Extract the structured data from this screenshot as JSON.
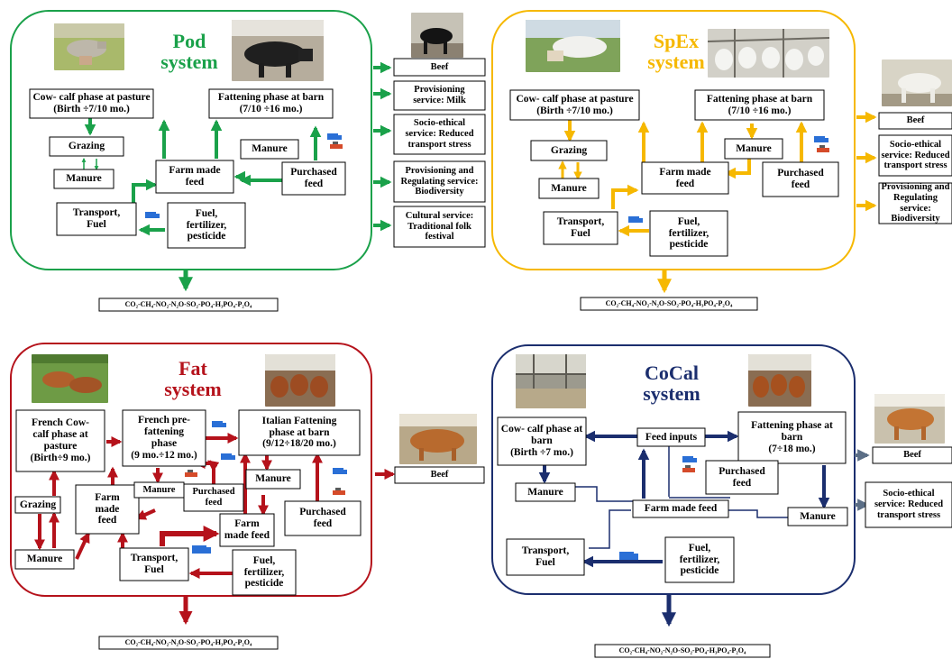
{
  "colors": {
    "pod": "#1aa14a",
    "spex": "#f6b800",
    "fat": "#b5121b",
    "cocal": "#1b2e6e",
    "grey": "#5b6e86"
  },
  "emissions": "CO₂-CH₄-NO₂-N₂O-SO₂-PO₄-H₃PO₄-P₂O₄",
  "icons": [
    "truck-icon",
    "ship-icon",
    "cattle-photo"
  ],
  "pod": {
    "title": "Pod\nsystem",
    "cow_calf": "Cow- calf phase at pasture\n(Birth ÷7/10 mo.)",
    "fattening": "Fattening phase at barn\n(7/10 ÷16 mo.)",
    "grazing": "Grazing",
    "manure1": "Manure",
    "manure2": "Manure",
    "farm_feed": "Farm made\nfeed",
    "purchased": "Purchased\nfeed",
    "transport": "Transport,\nFuel",
    "fuel": "Fuel,\nfertilizer,\npesticide",
    "outputs": [
      "Beef",
      "Provisioning\nservice: Milk",
      "Socio-ethical\nservice: Reduced\ntransport stress",
      "Provisioning and\nRegulating service:\nBiodiversity",
      "Cultural service:\nTraditional folk\nfestival"
    ]
  },
  "spex": {
    "title": "SpEx\nsystem",
    "cow_calf": "Cow- calf phase at pasture\n(Birth ÷7/10 mo.)",
    "fattening": "Fattening phase at barn\n(7/10 ÷16 mo.)",
    "grazing": "Grazing",
    "manure1": "Manure",
    "manure2": "Manure",
    "farm_feed": "Farm made\nfeed",
    "purchased": "Purchased\nfeed",
    "transport": "Transport,\nFuel",
    "fuel": "Fuel,\nfertilizer,\npesticide",
    "outputs": [
      "Beef",
      "Socio-ethical\nservice: Reduced\ntransport stress",
      "Provisioning and\nRegulating service:\nBiodiversity"
    ]
  },
  "fat": {
    "title": "Fat\nsystem",
    "cow_calf": "French Cow-\ncalf phase at\npasture\n(Birth÷9 mo.)",
    "pre_fattening": "French pre-\nfattening\nphase\n(9 mo.÷12 mo.)",
    "fattening": "Italian Fattening\nphase at barn\n(9/12÷18/20 mo.)",
    "grazing": "Grazing",
    "manure1": "Manure",
    "manure2": "Manure",
    "manure3": "Manure",
    "farm_feed1": "Farm\nmade\nfeed",
    "farm_feed2": "Farm\nmade feed",
    "purchased1": "Purchased\nfeed",
    "purchased2": "Purchased\nfeed",
    "transport": "Transport,\nFuel",
    "fuel": "Fuel,\nfertilizer,\npesticide",
    "outputs": [
      "Beef"
    ]
  },
  "cocal": {
    "title": "CoCal\nsystem",
    "cow_calf": "Cow- calf  phase at\nbarn\n(Birth ÷7 mo.)",
    "feed_inputs": "Feed inputs",
    "fattening": "Fattening phase at\nbarn\n(7÷18 mo.)",
    "manure1": "Manure",
    "manure2": "Manure",
    "purchased": "Purchased\nfeed",
    "farm_feed": "Farm made feed",
    "transport": "Transport,\nFuel",
    "fuel": "Fuel,\nfertilizer,\npesticide",
    "outputs": [
      "Beef",
      "Socio-ethical\nservice: Reduced\ntransport stress"
    ]
  }
}
